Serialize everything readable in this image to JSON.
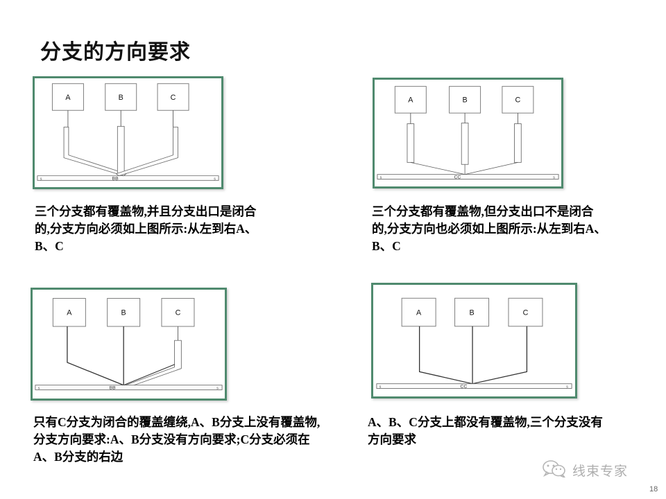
{
  "slide": {
    "title": "分支的方向要求",
    "page_number": "18",
    "panel_border_color": "#4f8a6e"
  },
  "watermark": {
    "icon": "wechat-icon",
    "text": "线束专家"
  },
  "figures": [
    {
      "id": "figure-1",
      "branch_labels": [
        "A",
        "B",
        "C"
      ],
      "trunk_label": "BB",
      "end_marks": [
        "s",
        "s"
      ],
      "covering": "all-closed",
      "branch_styles": [
        "bent-sleeve",
        "straight-sleeve",
        "bent-sleeve"
      ]
    },
    {
      "id": "figure-2",
      "branch_labels": [
        "A",
        "B",
        "C"
      ],
      "trunk_label": "CC",
      "end_marks": [
        "s",
        "s"
      ],
      "covering": "all-open",
      "branch_styles": [
        "long-sleeve",
        "long-sleeve",
        "long-sleeve"
      ]
    },
    {
      "id": "figure-3",
      "branch_labels": [
        "A",
        "B",
        "C"
      ],
      "trunk_label": "BB",
      "end_marks": [
        "s",
        "s"
      ],
      "covering": "only-c-closed",
      "branch_styles": [
        "plain-wire",
        "plain-wire",
        "bent-sleeve"
      ]
    },
    {
      "id": "figure-4",
      "branch_labels": [
        "A",
        "B",
        "C"
      ],
      "trunk_label": "CC",
      "end_marks": [
        "s",
        "s"
      ],
      "covering": "none",
      "branch_styles": [
        "plain-wire",
        "plain-wire",
        "plain-wire"
      ]
    }
  ],
  "captions": {
    "caption_1": "三个分支都有覆盖物,并且分支出口是闭合的,分支方向必须如上图所示:从左到右A、B、C",
    "caption_2": "三个分支都有覆盖物,但分支出口不是闭合的,分支方向也必须如上图所示:从左到右A、B、C",
    "caption_3": "只有C分支为闭合的覆盖缠绕,A、B分支上没有覆盖物,分支方向要求:A、B分支没有方向要求;C分支必须在A、B分支的右边",
    "caption_4": "A、B、C分支上都没有覆盖物,三个分支没有方向要求"
  }
}
